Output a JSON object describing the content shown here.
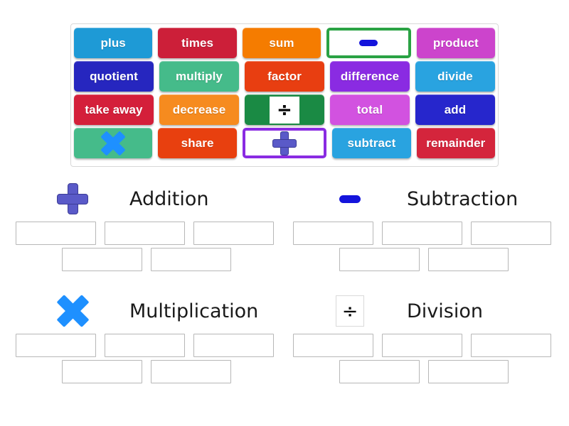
{
  "word_bank": {
    "rows": [
      [
        {
          "label": "plus",
          "type": "word",
          "color": "#1e9ad6",
          "icon": ""
        },
        {
          "label": "times",
          "type": "word",
          "color": "#cc1f39",
          "icon": ""
        },
        {
          "label": "sum",
          "type": "word",
          "color": "#f57c00",
          "icon": ""
        },
        {
          "label": "",
          "type": "symbol",
          "color": "#ffffff",
          "icon": "minus-icon",
          "border_color": "#2aa244"
        },
        {
          "label": "product",
          "type": "word",
          "color": "#cc44cc",
          "icon": ""
        }
      ],
      [
        {
          "label": "quotient",
          "type": "word",
          "color": "#2626bf",
          "icon": ""
        },
        {
          "label": "multiply",
          "type": "word",
          "color": "#45bb8a",
          "icon": ""
        },
        {
          "label": "factor",
          "type": "word",
          "color": "#e83e11",
          "icon": ""
        },
        {
          "label": "difference",
          "type": "word",
          "color": "#8a2be2",
          "icon": ""
        },
        {
          "label": "divide",
          "type": "word",
          "color": "#29a3e0",
          "icon": ""
        }
      ],
      [
        {
          "label": "take away",
          "type": "word",
          "color": "#d41f3a",
          "icon": ""
        },
        {
          "label": "decrease",
          "type": "word",
          "color": "#f68b1f",
          "icon": ""
        },
        {
          "label": "",
          "type": "chip",
          "color": "#1a8a44",
          "icon": "divide-icon"
        },
        {
          "label": "total",
          "type": "word",
          "color": "#d252e0",
          "icon": ""
        },
        {
          "label": "add",
          "type": "word",
          "color": "#2626cc",
          "icon": ""
        }
      ],
      [
        {
          "label": "",
          "type": "inline",
          "color": "#45bb8a",
          "icon": "multiply-x-icon"
        },
        {
          "label": "share",
          "type": "word",
          "color": "#e8400f",
          "icon": ""
        },
        {
          "label": "",
          "type": "symbol",
          "color": "#ffffff",
          "icon": "plus-icon",
          "border_color": "#8a2be2"
        },
        {
          "label": "subtract",
          "type": "word",
          "color": "#29a3e0",
          "icon": ""
        },
        {
          "label": "remainder",
          "type": "word",
          "color": "#d4253c",
          "icon": ""
        }
      ]
    ]
  },
  "categories": [
    {
      "id": "addition",
      "title": "Addition",
      "icon": "plus-icon",
      "slots_row1": [
        "",
        "",
        ""
      ],
      "slots_row2": [
        "",
        ""
      ]
    },
    {
      "id": "subtraction",
      "title": "Subtraction",
      "icon": "minus-icon",
      "slots_row1": [
        "",
        "",
        ""
      ],
      "slots_row2": [
        "",
        ""
      ]
    },
    {
      "id": "multiplication",
      "title": "Multiplication",
      "icon": "multiply-x-icon",
      "slots_row1": [
        "",
        "",
        ""
      ],
      "slots_row2": [
        "",
        ""
      ]
    },
    {
      "id": "division",
      "title": "Division",
      "icon": "divide-icon",
      "slots_row1": [
        "",
        "",
        ""
      ],
      "slots_row2": [
        "",
        ""
      ]
    }
  ],
  "symbols": {
    "divide_glyph": "÷"
  },
  "colors": {
    "page_background": "#ffffff",
    "bank_border": "#d8d8d8",
    "slot_border": "#b7b7b7",
    "plus_icon": "#5a5ac8",
    "minus_icon": "#1414dc",
    "x_icon": "#1e90ff",
    "divide_icon": "#000000",
    "title_text": "#1a1a1a"
  }
}
